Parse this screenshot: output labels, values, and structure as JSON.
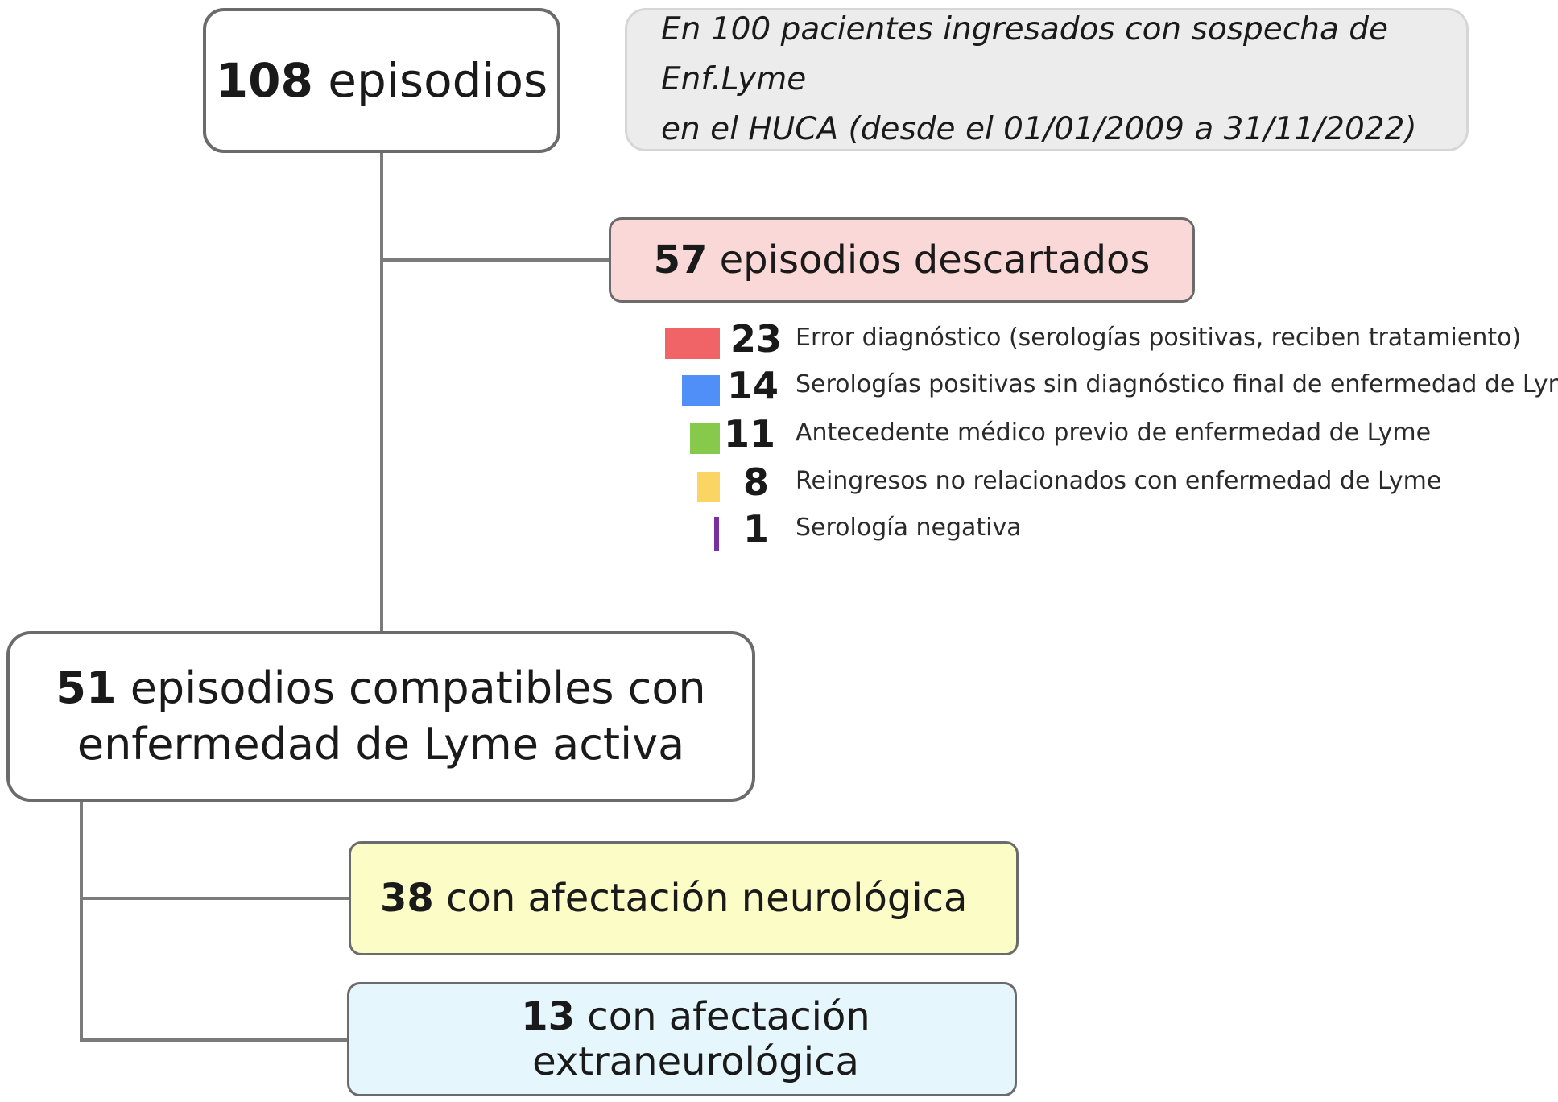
{
  "total": {
    "number": "108",
    "label": " episodios"
  },
  "note": {
    "line1": "En 100 pacientes ingresados con sospecha de Enf.Lyme",
    "line2": "en el HUCA (desde el 01/01/2009 a 31/11/2022)"
  },
  "discarded": {
    "number": "57",
    "label": " episodios descartados",
    "reasons": [
      {
        "count": "23",
        "label": "Error diagnóstico (serologías positivas, reciben tratamiento)",
        "color": "#f06468"
      },
      {
        "count": "14",
        "label": "Serologías positivas sin diagnóstico final de enfermedad de Lyme",
        "color": "#4f8ff7"
      },
      {
        "count": "11",
        "label": "Antecedente médico previo de enfermedad de Lyme",
        "color": "#86c94b"
      },
      {
        "count": "8",
        "label": "Reingresos no relacionados con enfermedad de Lyme",
        "color": "#fbd563"
      },
      {
        "count": "1",
        "label": "Serología negativa",
        "color": "#7a2fa0"
      }
    ]
  },
  "compatible": {
    "number": "51",
    "label_line1": " episodios compatibles con",
    "label_line2": "enfermedad de Lyme activa"
  },
  "neuro": {
    "number": "38",
    "label": " con afectación neurológica"
  },
  "extra": {
    "number": "13",
    "label": " con afectación extraneurológica"
  }
}
